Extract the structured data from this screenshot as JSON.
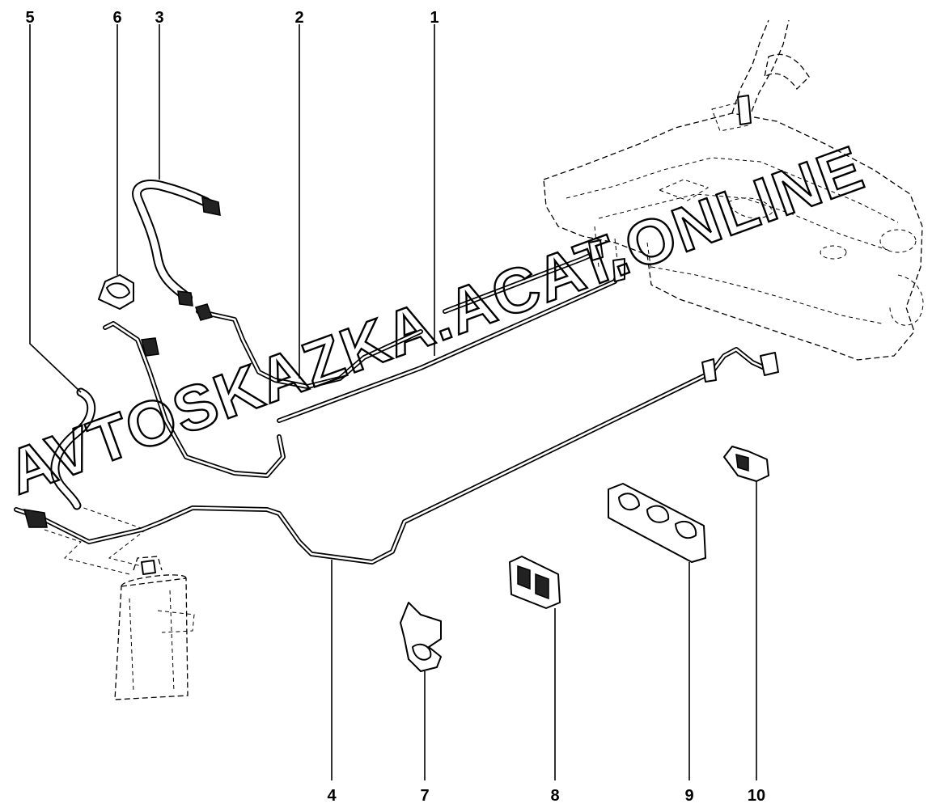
{
  "callouts": [
    {
      "id": "1",
      "label": "1"
    },
    {
      "id": "2",
      "label": "2"
    },
    {
      "id": "3",
      "label": "3"
    },
    {
      "id": "4",
      "label": "4"
    },
    {
      "id": "5",
      "label": "5"
    },
    {
      "id": "6",
      "label": "6"
    },
    {
      "id": "7",
      "label": "7"
    },
    {
      "id": "8",
      "label": "8"
    },
    {
      "id": "9",
      "label": "9"
    },
    {
      "id": "10",
      "label": "10"
    }
  ],
  "watermark": "AVTOSKAZKA.ACAT.ONLINE"
}
